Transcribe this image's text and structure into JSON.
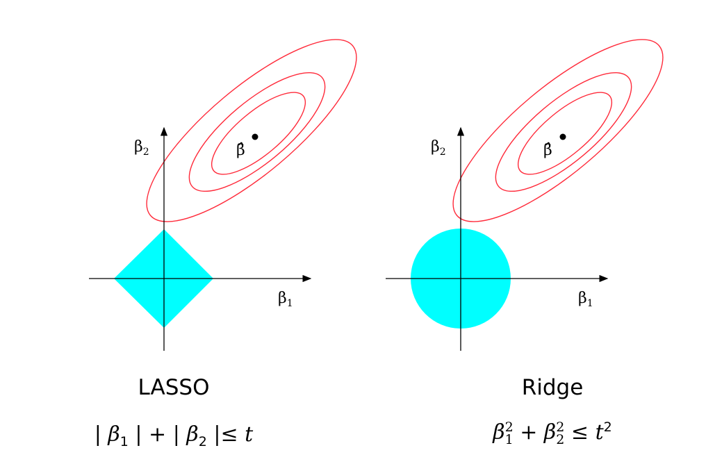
{
  "panels": [
    {
      "title": "LASSO",
      "formula": {
        "abs_open": "|",
        "beta": "β",
        "sub1": "1",
        "abs_mid": "| + |",
        "sub2": "2",
        "rel": "|≤",
        "t": "t"
      },
      "axis_x_label": "β",
      "axis_x_sub": "1",
      "axis_y_label": "β",
      "axis_y_sub": "2",
      "estimate_label": "β̂",
      "constraint_shape": "diamond"
    },
    {
      "title": "Ridge",
      "formula": {
        "beta": "β",
        "sub1": "1",
        "sup": "2",
        "plus": "+",
        "sub2": "2",
        "rel": "≤",
        "t": "t",
        "tsup": "2"
      },
      "axis_x_label": "β",
      "axis_x_sub": "1",
      "axis_y_label": "β",
      "axis_y_sub": "2",
      "estimate_label": "β̂",
      "constraint_shape": "circle"
    }
  ],
  "colors": {
    "constraint": "#00ffff",
    "contour": "#ff2a3a",
    "axis": "#000000"
  }
}
